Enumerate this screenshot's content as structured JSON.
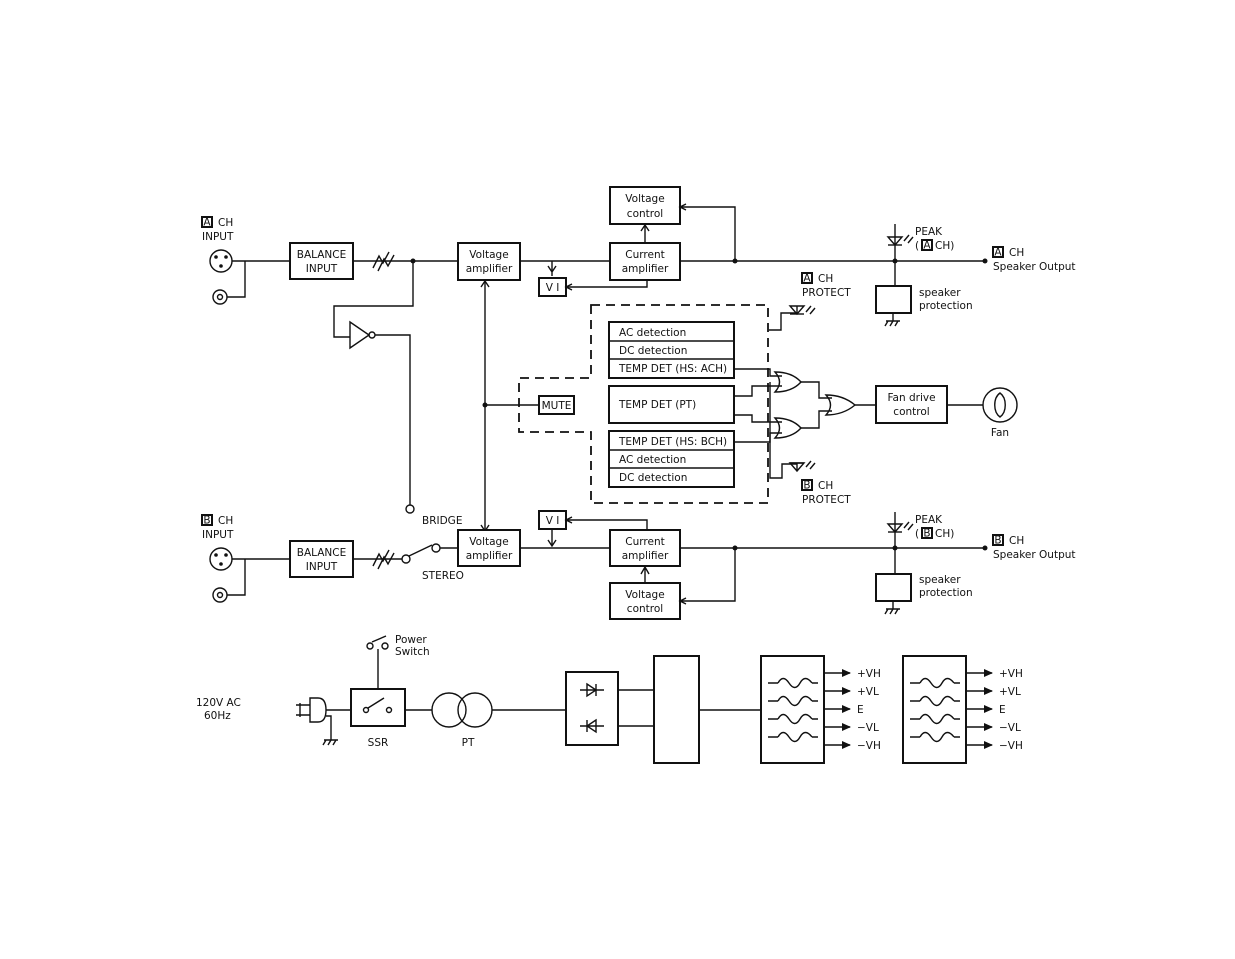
{
  "a_ch": {
    "badge": "A",
    "input_label_1": "CH",
    "input_label_2": "INPUT",
    "balance_input_1": "BALANCE",
    "balance_input_2": "INPUT",
    "voltage_amp_1": "Voltage",
    "voltage_amp_2": "amplifier",
    "voltage_control_1": "Voltage",
    "voltage_control_2": "control",
    "current_amp_1": "Current",
    "current_amp_2": "amplifier",
    "vi": "V I",
    "peak_1": "PEAK",
    "peak_2_open": "(",
    "peak_2_close": "CH)",
    "output_1": "CH",
    "output_2": "Speaker Output",
    "speaker_protection_1": "speaker",
    "speaker_protection_2": "protection",
    "protect_1": "CH",
    "protect_2": "PROTECT"
  },
  "b_ch": {
    "badge": "B",
    "input_label_1": "CH",
    "input_label_2": "INPUT",
    "balance_input_1": "BALANCE",
    "balance_input_2": "INPUT",
    "voltage_amp_1": "Voltage",
    "voltage_amp_2": "amplifier",
    "voltage_control_1": "Voltage",
    "voltage_control_2": "control",
    "current_amp_1": "Current",
    "current_amp_2": "amplifier",
    "vi": "V I",
    "peak_1": "PEAK",
    "peak_2_open": "(",
    "peak_2_close": "CH)",
    "output_1": "CH",
    "output_2": "Speaker Output",
    "speaker_protection_1": "speaker",
    "speaker_protection_2": "protection",
    "protect_1": "CH",
    "protect_2": "PROTECT"
  },
  "switch": {
    "bridge": "BRIDGE",
    "stereo": "STEREO"
  },
  "protection": {
    "a_ac": "AC detection",
    "a_dc": "DC detection",
    "a_temp": "TEMP DET (HS: ACH)",
    "pt_temp": "TEMP DET (PT)",
    "b_temp": "TEMP DET (HS: BCH)",
    "b_ac": "AC detection",
    "b_dc": "DC detection",
    "mute": "MUTE",
    "fan_drive_1": "Fan drive",
    "fan_drive_2": "control",
    "fan": "Fan"
  },
  "power": {
    "ac_1": "120V AC",
    "ac_2": "60Hz",
    "power_switch_1": "Power",
    "power_switch_2": "Switch",
    "ssr": "SSR",
    "pt": "PT",
    "rails": [
      "+VH",
      "+VL",
      "E",
      "−VL",
      "−VH"
    ]
  }
}
